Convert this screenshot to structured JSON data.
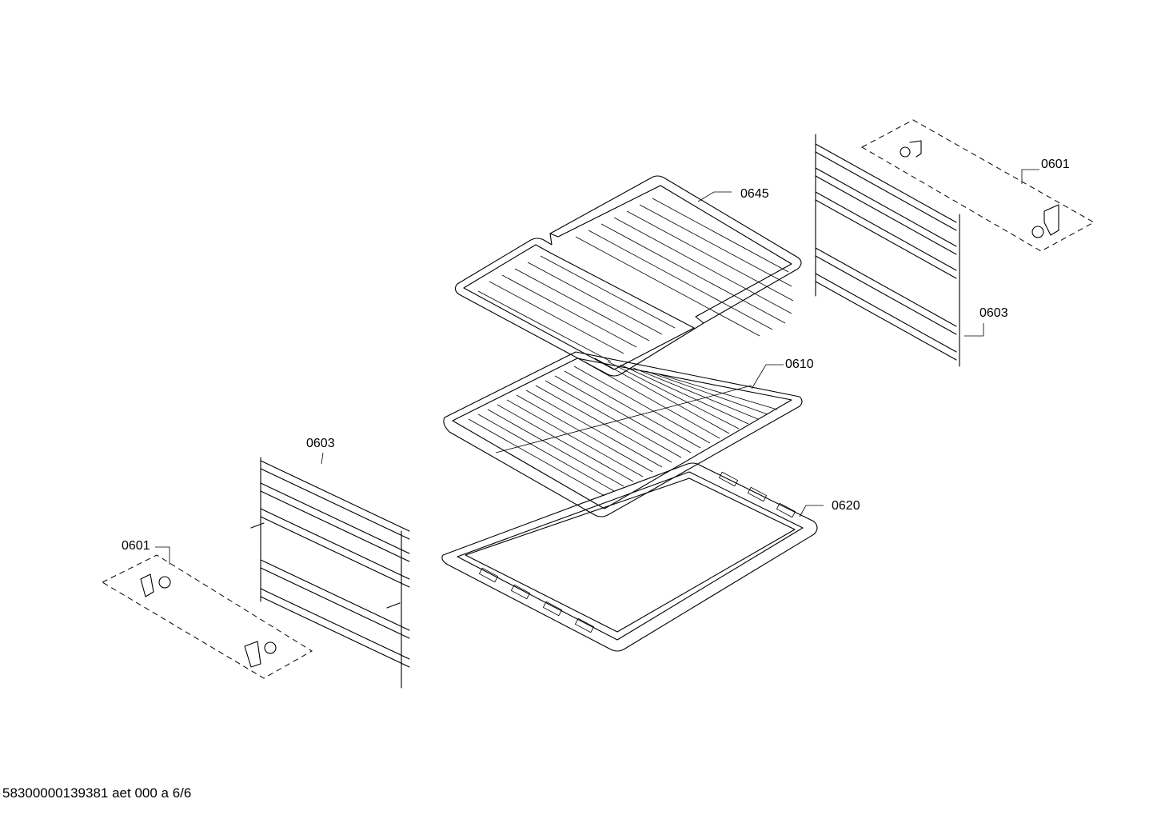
{
  "labels": {
    "shelf_support_clips_right": "0601",
    "shelf_support_clips_left": "0601",
    "grill_insert_plates": "0645",
    "side_rack_right": "0603",
    "side_rack_left": "0603",
    "wire_rack": "0610",
    "baking_tray": "0620"
  },
  "footer": {
    "document_id": "58300000139381 aet 000 a 6/6"
  }
}
